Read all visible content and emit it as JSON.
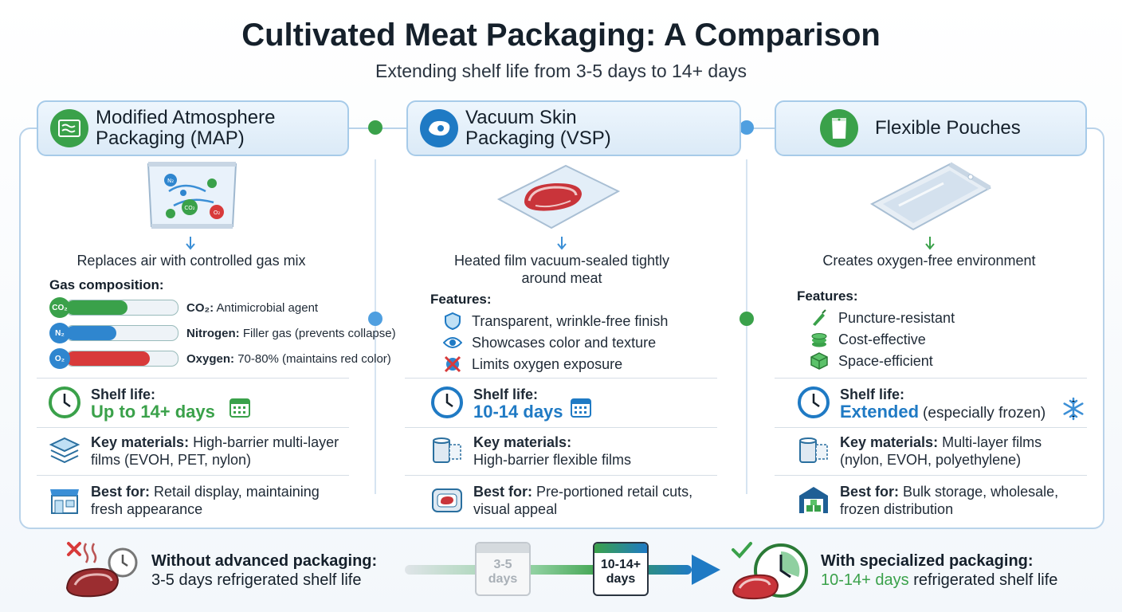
{
  "header": {
    "title": "Cultivated Meat Packaging: A Comparison",
    "subtitle": "Extending shelf life from 3-5 days to 14+ days"
  },
  "colors": {
    "green": "#3aa14a",
    "blue": "#1f7ac4",
    "border": "#a7cbe9"
  },
  "columns": [
    {
      "title_line1": "Modified Atmosphere",
      "title_line2": "Packaging (MAP)",
      "description": "Replaces air with controlled gas mix",
      "section_label": "Gas composition:",
      "gases": [
        {
          "bubble": "CO₂",
          "label": "CO₂:",
          "text": "Antimicrobial agent",
          "fill": 0.55,
          "color": "#3aa14a"
        },
        {
          "bubble": "N₂",
          "label": "Nitrogen:",
          "text": "Filler gas (prevents collapse)",
          "fill": 0.45,
          "color": "#2f86cf"
        },
        {
          "bubble": "O₂",
          "label": "Oxygen:",
          "text": "70-80% (maintains red color)",
          "fill": 0.75,
          "color": "#d83a3a"
        }
      ],
      "shelf_label": "Shelf life:",
      "shelf_value": "Up to 14+ days",
      "shelf_extra": "",
      "materials_label": "Key materials:",
      "materials_text": "High-barrier multi-layer films (EVOH, PET, nylon)",
      "best_label": "Best for:",
      "best_text": "Retail display, maintaining fresh appearance"
    },
    {
      "title_line1": "Vacuum Skin",
      "title_line2": "Packaging (VSP)",
      "description": "Heated film vacuum-sealed tightly around meat",
      "section_label": "Features:",
      "features": [
        {
          "icon": "shield-icon",
          "text": "Transparent, wrinkle-free finish"
        },
        {
          "icon": "eye-icon",
          "text": "Showcases color and texture"
        },
        {
          "icon": "no-oxygen-icon",
          "text": "Limits oxygen exposure"
        }
      ],
      "shelf_label": "Shelf life:",
      "shelf_value": "10-14 days",
      "shelf_extra": "",
      "materials_label": "Key materials:",
      "materials_text": "High-barrier flexible films",
      "best_label": "Best for:",
      "best_text": "Pre-portioned retail cuts, visual appeal"
    },
    {
      "title_line1": "Flexible Pouches",
      "title_line2": "",
      "description": "Creates oxygen-free environment",
      "section_label": "Features:",
      "features": [
        {
          "icon": "pen-icon",
          "text": "Puncture-resistant"
        },
        {
          "icon": "coins-icon",
          "text": "Cost-effective"
        },
        {
          "icon": "box-icon",
          "text": "Space-efficient"
        }
      ],
      "shelf_label": "Shelf life:",
      "shelf_value": "Extended",
      "shelf_extra": "(especially frozen)",
      "materials_label": "Key materials:",
      "materials_text": "Multi-layer films (nylon, EVOH, polyethylene)",
      "best_label": "Best for:",
      "best_text": "Bulk storage, wholesale, frozen distribution"
    }
  ],
  "bottom": {
    "without_label": "Without advanced packaging:",
    "without_text": "3-5 days refrigerated shelf life",
    "cal_short": "3-5",
    "cal_short_unit": "days",
    "cal_long": "10-14+",
    "cal_long_unit": "days",
    "with_label": "With specialized packaging:",
    "with_value": "10-14+ days",
    "with_text": "refrigerated shelf life"
  }
}
